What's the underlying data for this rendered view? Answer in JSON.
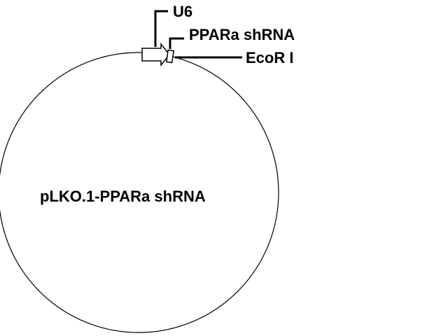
{
  "plasmid": {
    "name": "pLKO.1-PPARa shRNA"
  },
  "features": {
    "promoter": {
      "label": "U6"
    },
    "insert": {
      "label": "PPARa shRNA"
    },
    "site": {
      "label": "EcoR I"
    }
  },
  "colors": {
    "stroke": "#000000",
    "fill": "#ffffff",
    "background": "#ffffff"
  }
}
